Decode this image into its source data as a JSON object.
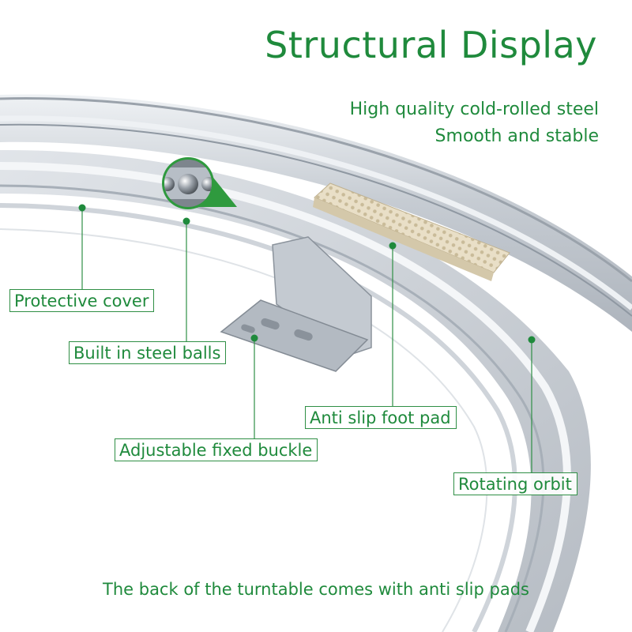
{
  "title": "Structural Display",
  "subtitle_line1": "High quality cold-rolled steel",
  "subtitle_line2": "Smooth and stable",
  "labels": {
    "protective_cover": "Protective cover",
    "steel_balls": "Built in steel balls",
    "foot_pad": "Anti slip foot pad",
    "buckle": "Adjustable fixed buckle",
    "orbit": "Rotating orbit"
  },
  "footer": "The back of the turntable comes with anti slip pads",
  "colors": {
    "accent_green": "#1f8a3c",
    "pad_beige": "#e6dcc4",
    "steel": "#c9ced5"
  }
}
